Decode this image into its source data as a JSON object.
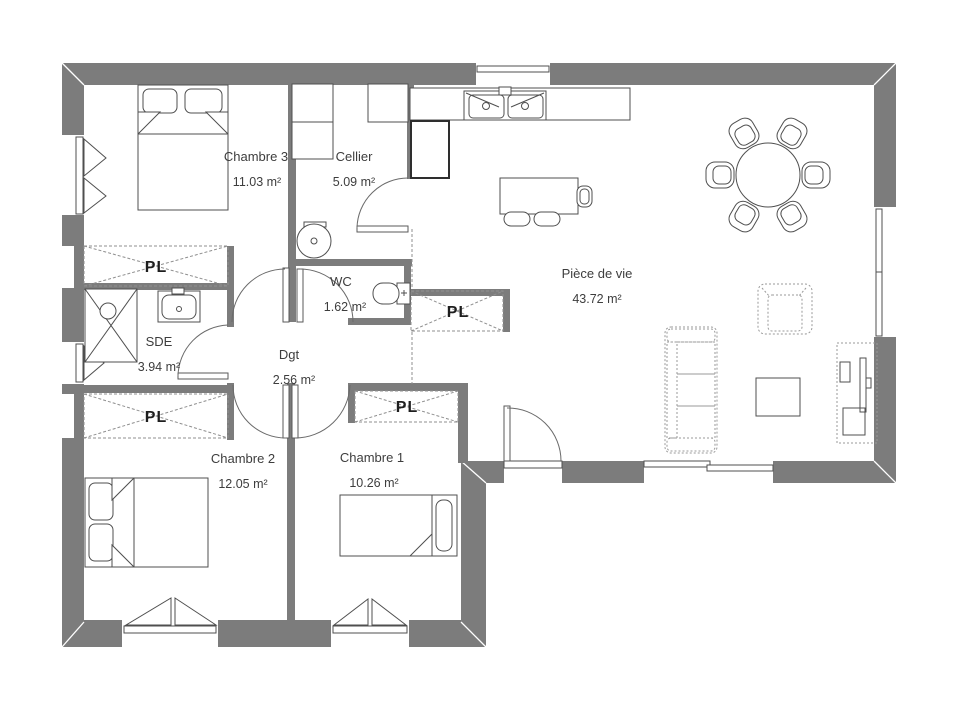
{
  "plan": {
    "rooms": [
      {
        "id": "chambre3",
        "name": "Chambre 3",
        "area": "11.03 m²"
      },
      {
        "id": "cellier",
        "name": "Cellier",
        "area": "5.09 m²"
      },
      {
        "id": "piece_de_vie",
        "name": "Pièce de vie",
        "area": "43.72 m²"
      },
      {
        "id": "wc",
        "name": "WC",
        "area": "1.62 m²"
      },
      {
        "id": "sde",
        "name": "SDE",
        "area": "3.94 m²"
      },
      {
        "id": "dgt",
        "name": "Dgt",
        "area": "2.56 m²"
      },
      {
        "id": "chambre2",
        "name": "Chambre 2",
        "area": "12.05 m²"
      },
      {
        "id": "chambre1",
        "name": "Chambre 1",
        "area": "10.26 m²"
      }
    ],
    "closet_label": "PL",
    "colors": {
      "wall": "#7c7c7c",
      "line": "#4f4f4f",
      "text": "#3d3d3d"
    }
  }
}
